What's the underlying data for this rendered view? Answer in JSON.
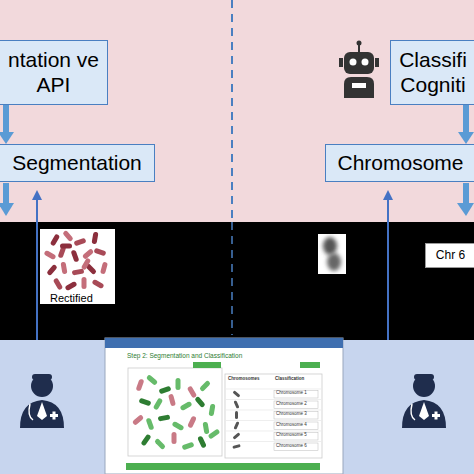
{
  "diagram": {
    "nodes": [
      {
        "text": [
          "ntation ve API"
        ]
      },
      {
        "text": [
          "Classifi Cogniti"
        ]
      },
      {
        "text": [
          "Segmentation"
        ]
      },
      {
        "text": [
          "Chromosome"
        ]
      },
      {
        "text": [
          "Chr 6"
        ]
      }
    ],
    "edges": [
      {
        "from": 0,
        "to": 2,
        "arrow": "to"
      },
      {
        "from": 1,
        "to": 3,
        "arrow": "to"
      }
    ],
    "labels": [
      "Rectified",
      "Step 2: Segmentation and Classification",
      "Chromosomes",
      "Classification",
      "Chromosome 1",
      "Chromosome 2",
      "Chromosome 3",
      "Chromosome 4",
      "Chromosome 5",
      "Chromosome 6"
    ]
  }
}
